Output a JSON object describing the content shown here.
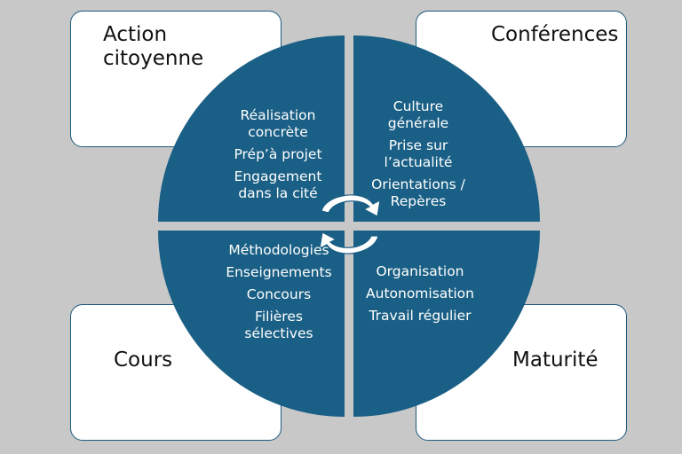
{
  "colors": {
    "background": "#c8c8c8",
    "quadrant_fill": "#1a5f85",
    "box_border": "#1d5a7e",
    "arrow_fill": "#ffffff",
    "arrow_stroke": "#1a5f85"
  },
  "corners": {
    "top_left": "Action\ncitoyenne",
    "top_right": "Conférences",
    "bottom_left": "Cours",
    "bottom_right": "Maturité"
  },
  "quadrants": {
    "top_left": [
      "Réalisation\nconcrète",
      "Prép’à projet",
      "Engagement\ndans la cité"
    ],
    "top_right": [
      "Culture\ngénérale",
      "Prise sur\nl’actualité",
      "Orientations /\nRepères"
    ],
    "bottom_left": [
      "Méthodologies",
      "Enseignements",
      "Concours",
      "Filières\nsélectives"
    ],
    "bottom_right": [
      "Organisation",
      "Autonomisation",
      "Travail régulier"
    ]
  },
  "center_icon": "cycle-arrows-icon"
}
